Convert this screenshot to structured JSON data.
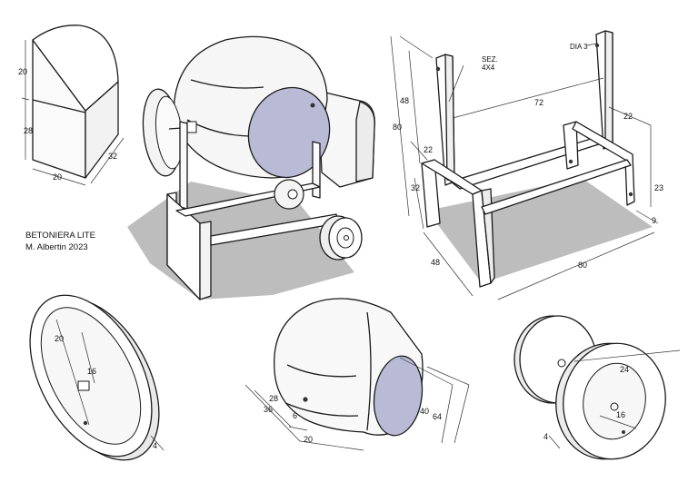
{
  "title": {
    "line1": "BETONIERA LITE",
    "line2": "M. Albertin 2023"
  },
  "colors": {
    "drum_opening": "#b9bbd6",
    "shadow": "#bdbdbd",
    "line": "#1a1a1a"
  },
  "block": {
    "d_height_top": "20",
    "d_height_bottom": "28",
    "d_width": "20",
    "d_depth": "32"
  },
  "frame": {
    "d_post_height": "48",
    "d_total_height": "80",
    "d_section": "SEZ.",
    "d_section_size": "4X4",
    "d_dia": "DIA 3",
    "d_inner_span": "72",
    "d_right_offset": "22",
    "d_left_offset": "22",
    "d_left_leg": "32",
    "d_right_leg": "23",
    "d_right_small": "9",
    "d_depth": "48",
    "d_length": "80"
  },
  "pulley": {
    "d_outer": "20",
    "d_hub": "16",
    "d_thickness": "4"
  },
  "drum": {
    "d_a": "28",
    "d_b": "36",
    "d_c": "6",
    "d_len": "20",
    "d_opening": "40",
    "d_diameter": "64"
  },
  "wheels": {
    "d_outer": "24",
    "d_hub": "16",
    "d_thickness": "4"
  }
}
